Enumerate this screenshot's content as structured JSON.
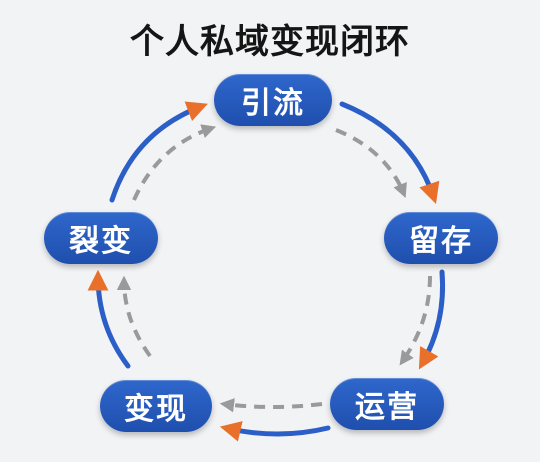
{
  "title": "个人私域变现闭环",
  "nodes": [
    "引流",
    "留存",
    "运营",
    "变现",
    "裂变"
  ],
  "colors": {
    "background": "#f2f3f5",
    "node_fill": "#2a5ec2",
    "forward_arrow": "#2b5ec6",
    "arrowhead": "#e8702a",
    "return_arrow": "#9a9a9a"
  }
}
